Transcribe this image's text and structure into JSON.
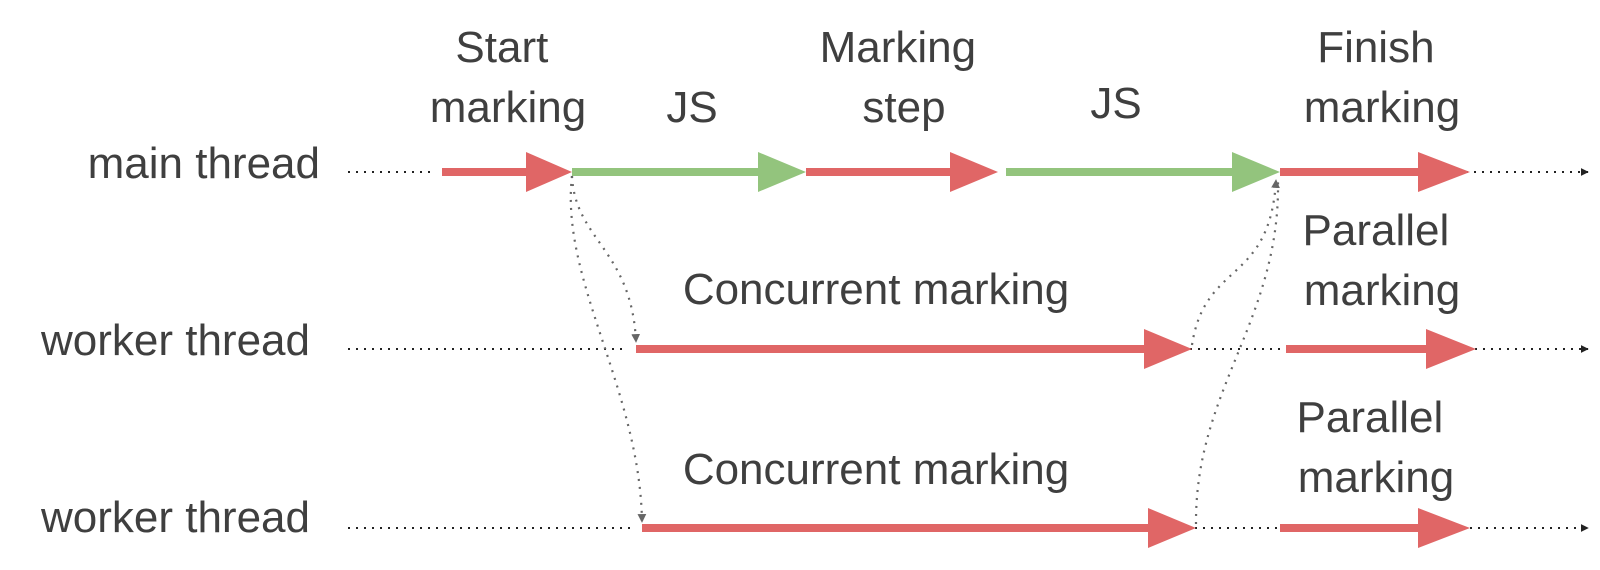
{
  "threads": {
    "main": "main thread",
    "worker_1": "worker thread",
    "worker_2": "worker thread"
  },
  "phases": {
    "start_marking": [
      "Start",
      "marking"
    ],
    "js_1": "JS",
    "marking_step": [
      "Marking",
      "step"
    ],
    "js_2": "JS",
    "finish_marking": [
      "Finish",
      "marking"
    ],
    "concurrent_marking_1": "Concurrent marking",
    "concurrent_marking_2": "Concurrent marking",
    "parallel_marking_1": [
      "Parallel",
      "marking"
    ],
    "parallel_marking_2": [
      "Parallel",
      "marking"
    ]
  },
  "colors": {
    "marking": "#e06666",
    "js": "#93c47d",
    "timeline": "#222222",
    "dependency": "#666666",
    "text": "#3f3f3f"
  }
}
